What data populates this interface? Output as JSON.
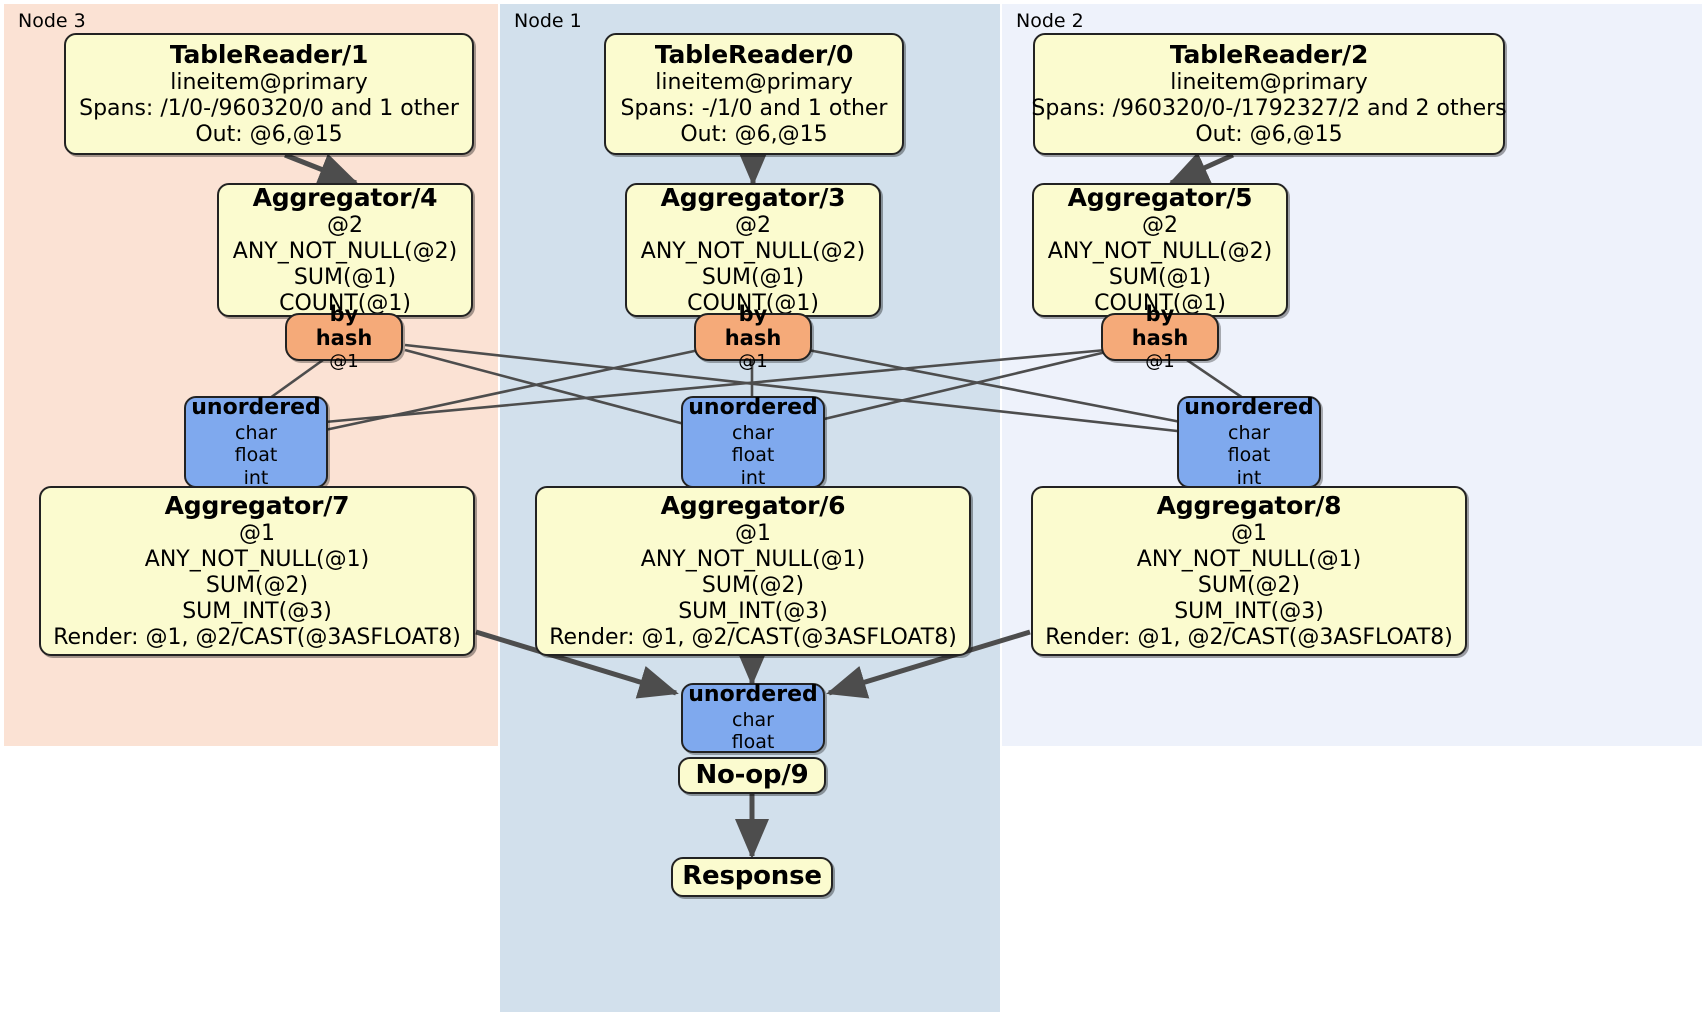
{
  "diagram": {
    "type": "distributed-query-plan",
    "colors": {
      "node3_panel": "#fbe2d4",
      "node1_panel": "#d2e0ec",
      "node2_panel": "#eef2fb",
      "processor_fill": "#fbfbcf",
      "router_fill": "#f5aa79",
      "synchronizer_fill": "#7fa9ee",
      "edge": "#4d4d4d",
      "border": "#222222"
    }
  },
  "panels": [
    {
      "id": "node3",
      "label": "Node 3"
    },
    {
      "id": "node1",
      "label": "Node 1"
    },
    {
      "id": "node2",
      "label": "Node 2"
    }
  ],
  "nodes": {
    "table_reader_1": {
      "title": "TableReader/1",
      "lines": [
        "lineitem@primary",
        "Spans: /1/0-/960320/0 and 1 other",
        "Out: @6,@15"
      ]
    },
    "table_reader_0": {
      "title": "TableReader/0",
      "lines": [
        "lineitem@primary",
        "Spans: -/1/0 and 1 other",
        "Out: @6,@15"
      ]
    },
    "table_reader_2": {
      "title": "TableReader/2",
      "lines": [
        "lineitem@primary",
        "Spans: /960320/0-/1792327/2 and 2 others",
        "Out: @6,@15"
      ]
    },
    "aggregator_4": {
      "title": "Aggregator/4",
      "lines": [
        "@2",
        "ANY_NOT_NULL(@2)",
        "SUM(@1)",
        "COUNT(@1)"
      ]
    },
    "aggregator_3": {
      "title": "Aggregator/3",
      "lines": [
        "@2",
        "ANY_NOT_NULL(@2)",
        "SUM(@1)",
        "COUNT(@1)"
      ]
    },
    "aggregator_5": {
      "title": "Aggregator/5",
      "lines": [
        "@2",
        "ANY_NOT_NULL(@2)",
        "SUM(@1)",
        "COUNT(@1)"
      ]
    },
    "by_hash_left": {
      "title": "by hash",
      "lines": [
        "@1"
      ]
    },
    "by_hash_center": {
      "title": "by hash",
      "lines": [
        "@1"
      ]
    },
    "by_hash_right": {
      "title": "by hash",
      "lines": [
        "@1"
      ]
    },
    "unordered_left": {
      "title": "unordered",
      "lines": [
        "char",
        "float",
        "int"
      ]
    },
    "unordered_center": {
      "title": "unordered",
      "lines": [
        "char",
        "float",
        "int"
      ]
    },
    "unordered_right": {
      "title": "unordered",
      "lines": [
        "char",
        "float",
        "int"
      ]
    },
    "aggregator_7": {
      "title": "Aggregator/7",
      "lines": [
        "@1",
        "ANY_NOT_NULL(@1)",
        "SUM(@2)",
        "SUM_INT(@3)",
        "Render: @1, @2/CAST(@3ASFLOAT8)"
      ]
    },
    "aggregator_6": {
      "title": "Aggregator/6",
      "lines": [
        "@1",
        "ANY_NOT_NULL(@1)",
        "SUM(@2)",
        "SUM_INT(@3)",
        "Render: @1, @2/CAST(@3ASFLOAT8)"
      ]
    },
    "aggregator_8": {
      "title": "Aggregator/8",
      "lines": [
        "@1",
        "ANY_NOT_NULL(@1)",
        "SUM(@2)",
        "SUM_INT(@3)",
        "Render: @1, @2/CAST(@3ASFLOAT8)"
      ]
    },
    "unordered_final": {
      "title": "unordered",
      "lines": [
        "char",
        "float"
      ]
    },
    "no_op_9": {
      "title": "No-op/9",
      "lines": []
    },
    "response": {
      "title": "Response",
      "lines": []
    }
  }
}
